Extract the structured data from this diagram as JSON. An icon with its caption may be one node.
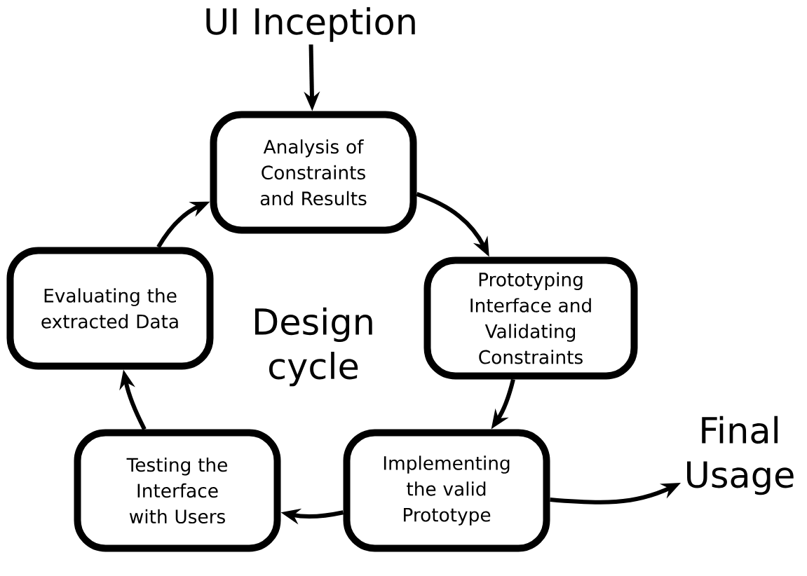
{
  "diagram": {
    "nodes": [
      {
        "text": [
          "UI Inception"
        ]
      },
      {
        "text": [
          "Analysis of Constraints and Results"
        ]
      },
      {
        "text": [
          "Prototyping Interface and Validating Constraints"
        ]
      },
      {
        "text": [
          "Implementing the valid Prototype"
        ]
      },
      {
        "text": [
          "Testing the Interface with Users"
        ]
      },
      {
        "text": [
          "Evaluating the extracted Data"
        ]
      },
      {
        "text": [
          "Final Usage"
        ]
      }
    ],
    "edges": [
      {
        "from": 0,
        "to": 1,
        "arrow": "to"
      },
      {
        "from": 1,
        "to": 2,
        "arrow": "to"
      },
      {
        "from": 2,
        "to": 3,
        "arrow": "to"
      },
      {
        "from": 3,
        "to": 4,
        "arrow": "to"
      },
      {
        "from": 4,
        "to": 5,
        "arrow": "to"
      },
      {
        "from": 5,
        "to": 1,
        "arrow": "to"
      },
      {
        "from": 3,
        "to": 6,
        "arrow": "to"
      }
    ],
    "labels": [
      "Design cycle"
    ]
  }
}
